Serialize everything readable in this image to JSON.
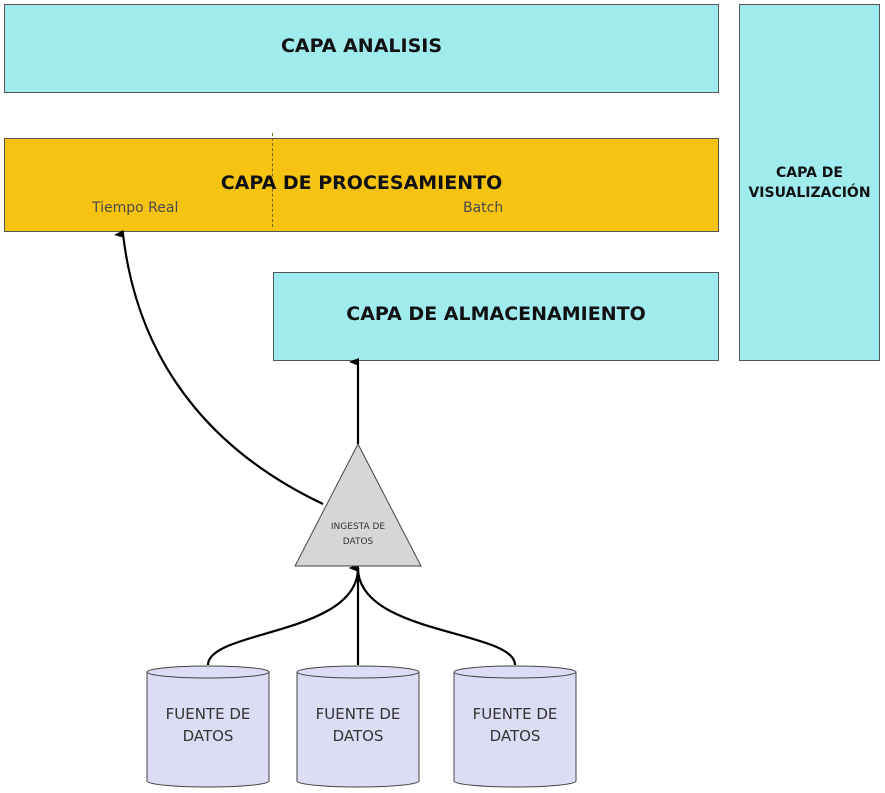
{
  "layers": {
    "analisis": {
      "label": "CAPA ANALISIS"
    },
    "procesamiento": {
      "label": "CAPA DE PROCESAMIENTO",
      "realtime_label": "Tiempo Real",
      "batch_label": "Batch"
    },
    "almacenamiento": {
      "label": "CAPA DE ALMACENAMIENTO"
    },
    "visualizacion": {
      "line1": "CAPA DE",
      "line2": "VISUALIZACIÓN"
    }
  },
  "ingesta": {
    "line1": "INGESTA DE",
    "line2": "DATOS"
  },
  "sources": [
    {
      "line1": "FUENTE DE",
      "line2": "DATOS"
    },
    {
      "line1": "FUENTE DE",
      "line2": "DATOS"
    },
    {
      "line1": "FUENTE DE",
      "line2": "DATOS"
    }
  ],
  "colors": {
    "cyan_layer": "#a0ebee",
    "processing_layer": "#f6c410",
    "ingest_triangle": "#d6d6d6",
    "data_source": "#dcdcf4",
    "connector": "#000000"
  }
}
